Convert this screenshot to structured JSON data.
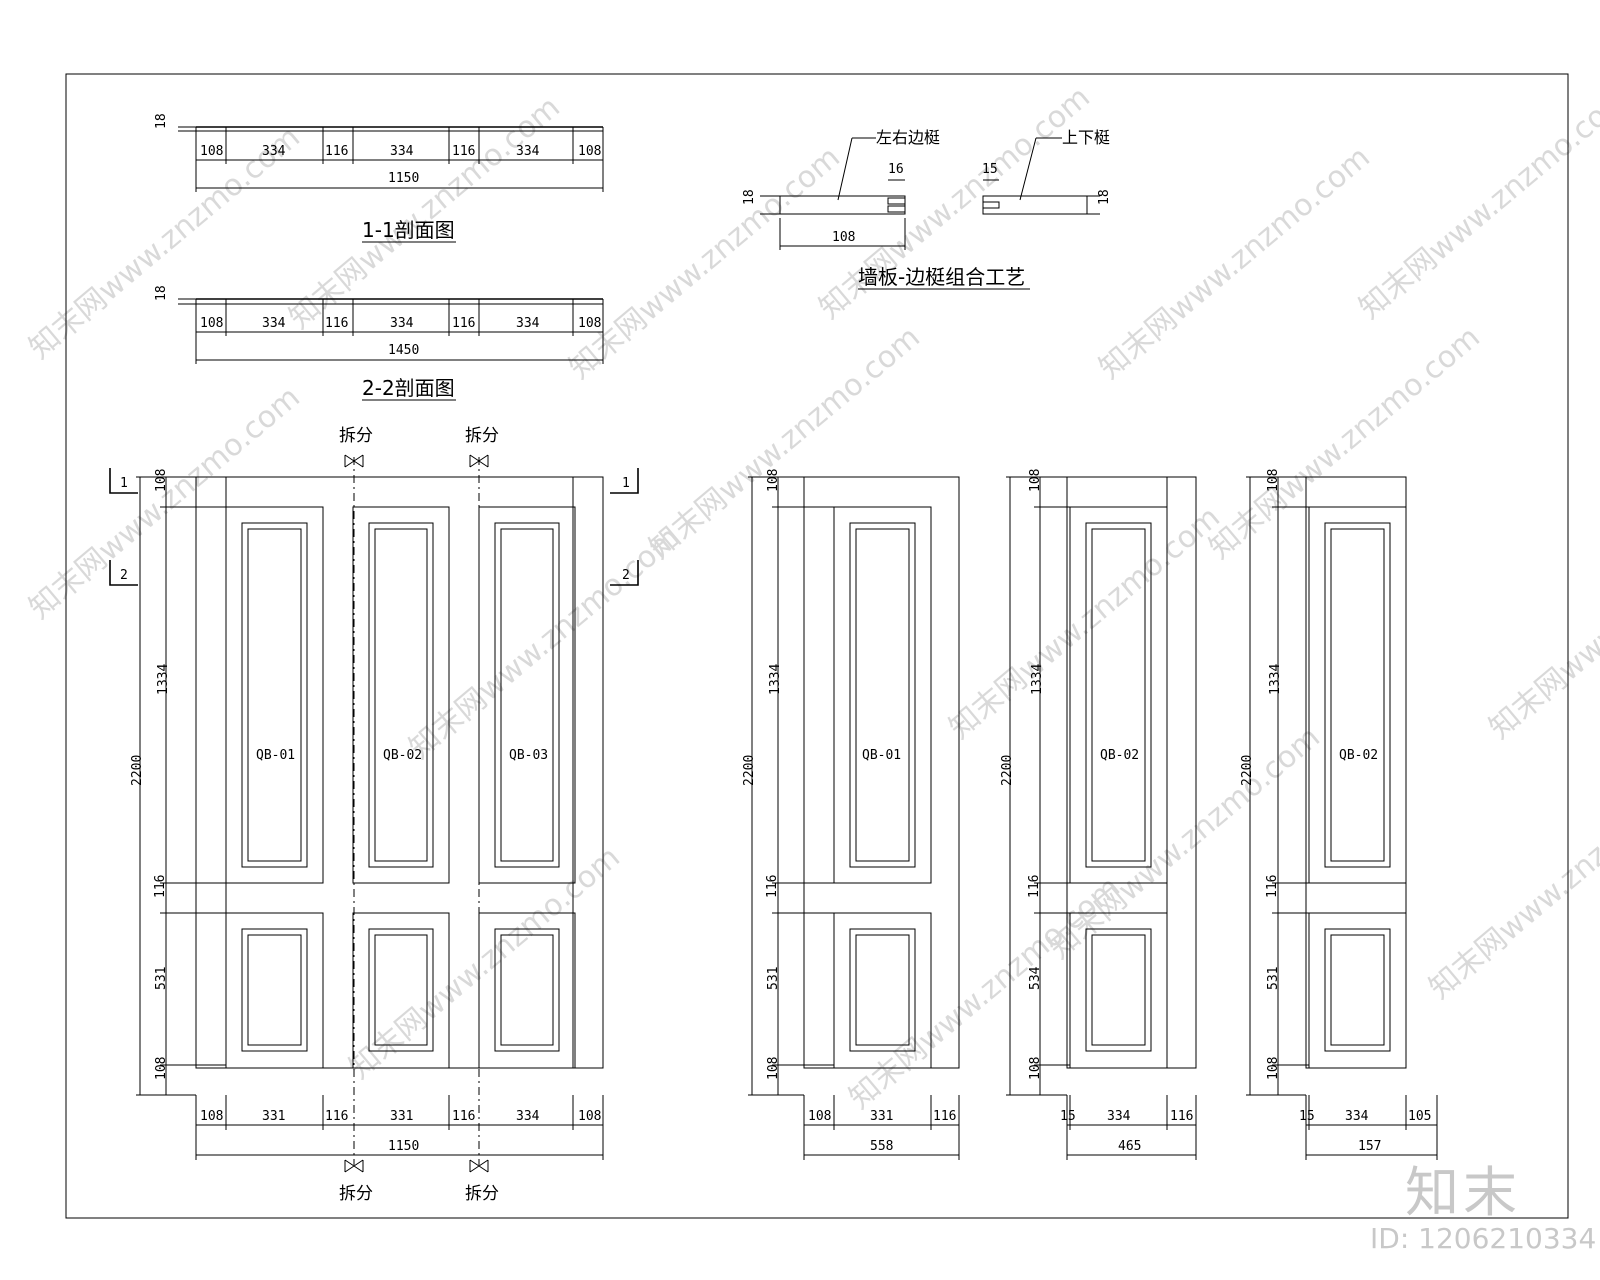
{
  "sections": {
    "s11_title": "1-1剖面图",
    "s22_title": "2-2剖面图",
    "thickness": "18",
    "segments": [
      "108",
      "334",
      "116",
      "334",
      "116",
      "334",
      "108"
    ],
    "total_1": "1150",
    "total_2": "1450"
  },
  "combo": {
    "title": "墙板-边梃组合工艺",
    "left_label": "左右边梃",
    "right_label": "上下梃",
    "dim_16": "16",
    "dim_15": "15",
    "dim_108": "108",
    "dim_18": "18"
  },
  "split_label": "拆分",
  "markers": {
    "one": "1",
    "two": "2"
  },
  "main": {
    "panels": [
      "QB-01",
      "QB-02",
      "QB-03"
    ],
    "height_total": "2200",
    "v_dims": [
      "108",
      "1334",
      "116",
      "531",
      "108"
    ],
    "h_dims": [
      "108",
      "331",
      "116",
      "331",
      "116",
      "334",
      "108"
    ],
    "total": "1150"
  },
  "singles": [
    {
      "panel": "QB-01",
      "height": "2200",
      "v_dims": [
        "108",
        "1334",
        "116",
        "531",
        "108"
      ],
      "h_dims": [
        "108",
        "331",
        "116"
      ],
      "total": "558"
    },
    {
      "panel": "QB-02",
      "height": "2200",
      "v_dims": [
        "108",
        "1334",
        "116",
        "534",
        "108"
      ],
      "h_dims": [
        "15",
        "334",
        "116"
      ],
      "total": "465"
    },
    {
      "panel": "QB-02",
      "height": "2200",
      "v_dims": [
        "108",
        "1334",
        "116",
        "531",
        "108"
      ],
      "h_dims": [
        "15",
        "334",
        "105"
      ],
      "total": "157"
    }
  ],
  "watermark": "知末网www.znzmo.com",
  "brand": "知末",
  "id_text": "ID: 1206210334"
}
